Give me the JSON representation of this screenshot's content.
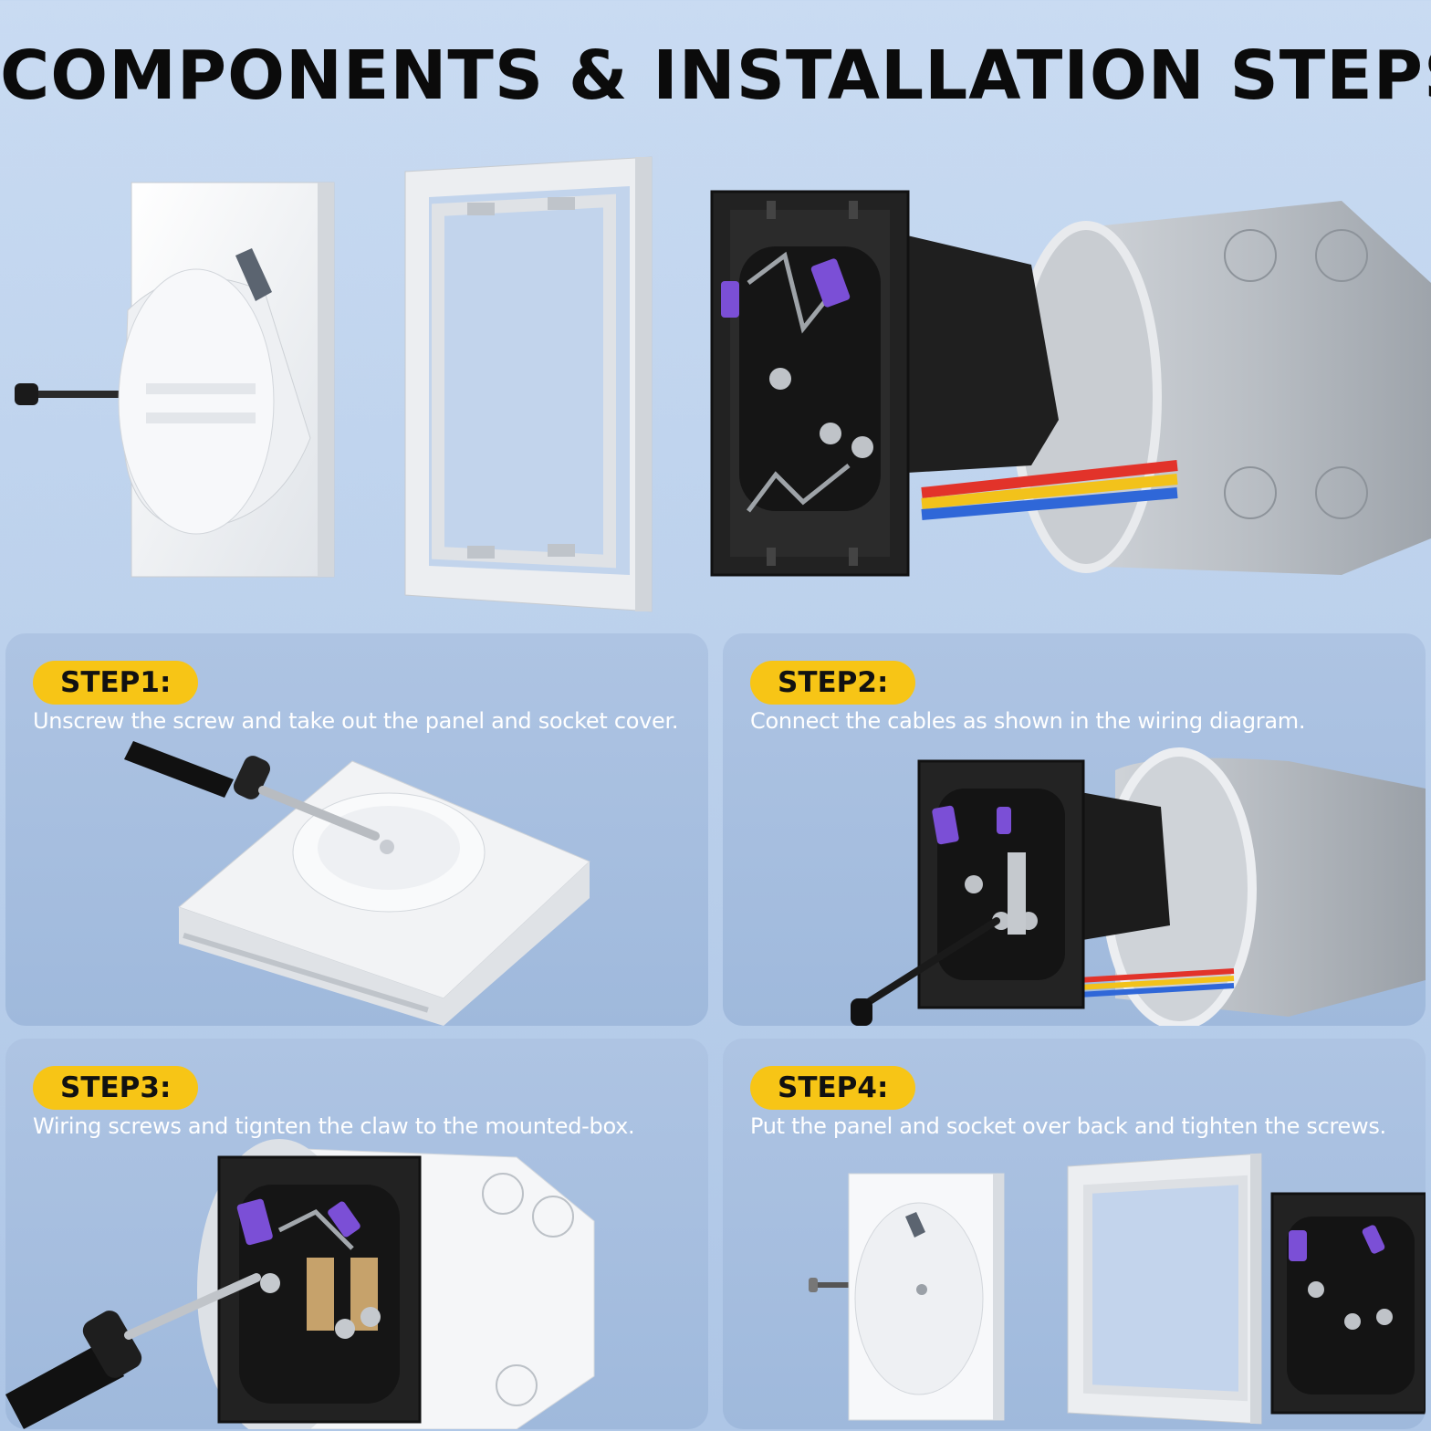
{
  "page": {
    "title": "COMPONENTS & INSTALLATION STEPS"
  },
  "components": [
    {
      "name": "panel-with-socket-cover"
    },
    {
      "name": "frame"
    },
    {
      "name": "socket-insert-with-mounting-box"
    }
  ],
  "steps": [
    {
      "label": "STEP1:",
      "text": "Unscrew the screw and take out the panel and socket cover."
    },
    {
      "label": "STEP2:",
      "text": "Connect the cables as shown in the wiring diagram."
    },
    {
      "label": "STEP3:",
      "text": "Wiring screws and tignten the claw to the mounted-box."
    },
    {
      "label": "STEP4:",
      "text": "Put the panel and socket over back and tighten the screws."
    }
  ],
  "colors": {
    "badge": "#f7c516",
    "usb_port": "#7b4fd6",
    "wire_red": "#e2332a",
    "wire_yellow": "#f2c21b",
    "wire_blue": "#2f67d8"
  },
  "icons": [
    "screw-icon",
    "screwdriver-icon",
    "usb-port-icon"
  ]
}
